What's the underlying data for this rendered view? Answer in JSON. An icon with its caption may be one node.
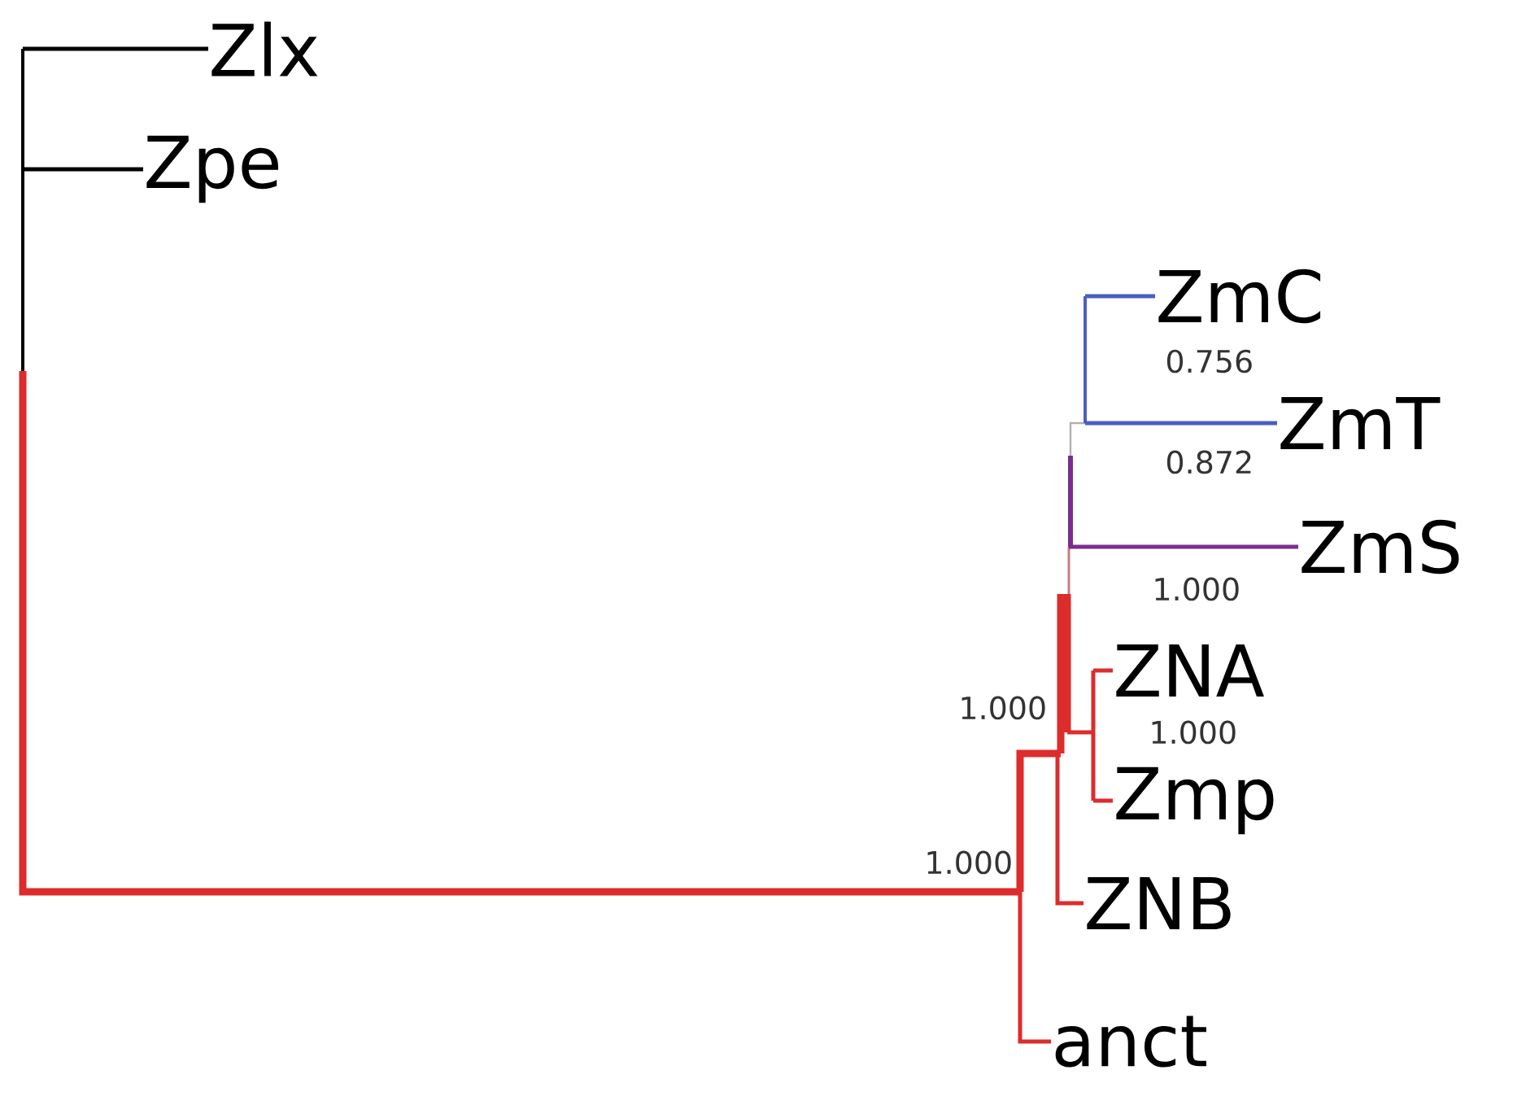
{
  "diagram": {
    "nodes": [
      {
        "text": [
          "Zlx"
        ]
      },
      {
        "text": [
          "Zpe"
        ]
      },
      {
        "text": [
          "ZmC"
        ]
      },
      {
        "text": [
          "ZmT"
        ]
      },
      {
        "text": [
          "ZmS"
        ]
      },
      {
        "text": [
          "ZNA"
        ]
      },
      {
        "text": [
          "Zmp"
        ]
      },
      {
        "text": [
          "ZNB"
        ]
      },
      {
        "text": [
          "anct"
        ]
      }
    ],
    "edges": [
      {
        "from": null,
        "to": 0,
        "arrow": "none",
        "color": "#000000"
      },
      {
        "from": null,
        "to": 1,
        "arrow": "none",
        "color": "#000000"
      },
      {
        "from": null,
        "to": 2,
        "arrow": "none",
        "color": "#4a5fc1"
      },
      {
        "from": null,
        "to": 3,
        "arrow": "none",
        "color": "#4a5fc1"
      },
      {
        "from": null,
        "to": 4,
        "arrow": "none",
        "color": "#7b2d8e"
      },
      {
        "from": null,
        "to": 5,
        "arrow": "none"
      },
      {
        "from": null,
        "to": 6,
        "arrow": "none"
      },
      {
        "from": null,
        "to": 7,
        "arrow": "none"
      },
      {
        "from": null,
        "to": 8,
        "arrow": "none"
      }
    ],
    "labels": [
      "0.756",
      "0.872",
      "1.000",
      "1.000",
      "1.000",
      "1.000"
    ]
  }
}
